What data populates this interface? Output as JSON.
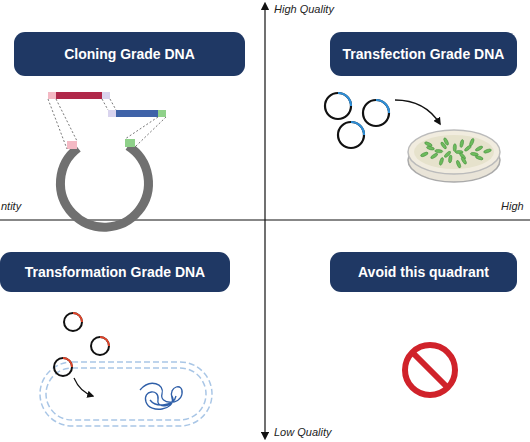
{
  "diagram": {
    "nodes": [
      {
        "text": [
          "Cloning Grade DNA"
        ]
      },
      {
        "text": [
          "Transfection Grade DNA"
        ]
      },
      {
        "text": [
          "Transformation Grade DNA"
        ]
      },
      {
        "text": [
          "Avoid this quadrant"
        ]
      }
    ],
    "labels": [
      "High Quality",
      "ntity",
      "High",
      "Low Quality"
    ]
  }
}
